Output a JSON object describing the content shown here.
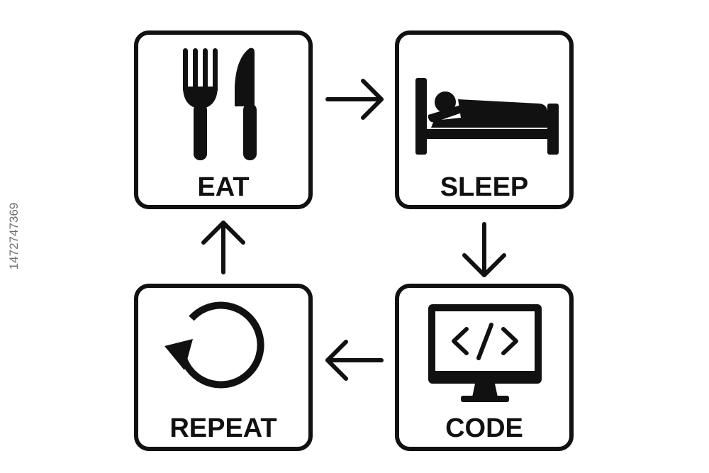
{
  "colors": {
    "ink": "#111111",
    "background": "#ffffff",
    "stock_id_text": "#6f6f6f"
  },
  "tiles": {
    "eat": {
      "label": "EAT",
      "icon": "fork-knife-icon"
    },
    "sleep": {
      "label": "SLEEP",
      "icon": "bed-icon"
    },
    "code": {
      "label": "CODE",
      "icon": "monitor-code-icon"
    },
    "repeat": {
      "label": "REPEAT",
      "icon": "repeat-icon"
    }
  },
  "arrows": {
    "eat_to_sleep": "arrow-right-icon",
    "sleep_to_code": "arrow-down-icon",
    "code_to_repeat": "arrow-left-icon",
    "repeat_to_eat": "arrow-up-icon"
  },
  "stock_id": "1472747369"
}
